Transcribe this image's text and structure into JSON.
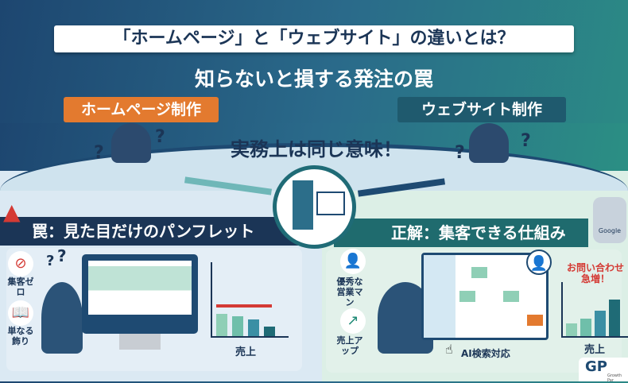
{
  "title": "「ホームページ」と「ウェブサイト」の違いとは？",
  "subtitle": "知らないと損する発注の罠",
  "left_label": "ホームページ制作",
  "right_label": "ウェブサイト制作",
  "center_text": "実務上は同じ意味！",
  "left": {
    "heading": "罠：見た目だけのパンフレット",
    "items": [
      {
        "icon": "prohibited-icon",
        "label": "集客ゼロ"
      },
      {
        "icon": "book-icon",
        "label": "単なる飾り"
      }
    ],
    "chart_label": "売上",
    "trend": "down"
  },
  "right": {
    "heading": "正解：集客できる仕組み",
    "items": [
      {
        "icon": "salesperson-icon",
        "label": "優秀な営業マン"
      },
      {
        "icon": "trend-up-icon",
        "label": "売上アップ"
      }
    ],
    "caption": "AI検索対応",
    "robot_badge": "Google",
    "callout": "お問い合わせ急増！",
    "chart_label": "売上",
    "trend": "up"
  },
  "logo": {
    "text": "GP",
    "tagline": "Growth Par"
  },
  "colors": {
    "navy": "#1b3556",
    "teal": "#1f6b6e",
    "orange": "#e37a2f",
    "red": "#d43a34"
  }
}
